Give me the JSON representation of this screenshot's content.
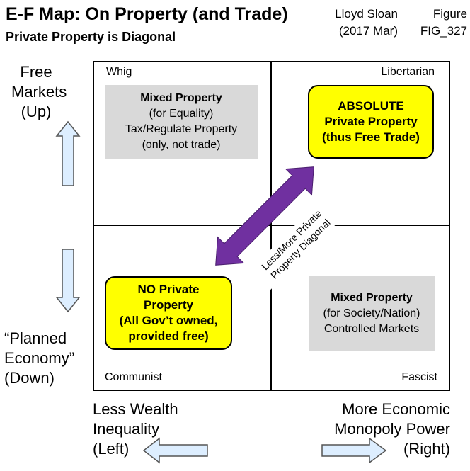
{
  "header": {
    "title": "E-F Map: On Property (and Trade)",
    "subtitle": "Private Property is Diagonal",
    "author_line1": "Lloyd Sloan",
    "author_line2": "(2017 Mar)",
    "figure_line1": "Figure",
    "figure_line2": "FIG_327"
  },
  "axes": {
    "up_line1": "Free",
    "up_line2": "Markets",
    "up_line3": "(Up)",
    "down_line1": "“Planned",
    "down_line2": "Economy”",
    "down_line3": "(Down)",
    "left_line1": "Less Wealth",
    "left_line2": "Inequality",
    "left_line3": "(Left)",
    "right_line1": "More Economic",
    "right_line2": "Monopoly Power",
    "right_line3": "(Right)"
  },
  "quadrants": {
    "top_left": "Whig",
    "top_right": "Libertarian",
    "bottom_left": "Communist",
    "bottom_right": "Fascist"
  },
  "boxes": {
    "whig": {
      "heading": "Mixed Property",
      "line2": "(for Equality)",
      "line3": "Tax/Regulate Property",
      "line4": "(only, not trade)"
    },
    "libertarian": {
      "line1": "ABSOLUTE",
      "line2": "Private Property",
      "line3": "(thus Free Trade)"
    },
    "communist": {
      "line1": "NO Private",
      "line2": "Property",
      "line3": "(All Gov’t owned,",
      "line4": "provided free)"
    },
    "fascist": {
      "heading": "Mixed Property",
      "line2": "(for Society/Nation)",
      "line3": "Controlled Markets"
    }
  },
  "diagonal": {
    "line1": "Less/More Private",
    "line2": "Property Diagonal"
  },
  "colors": {
    "highlight": "#ffff00",
    "neutral_box": "#d9d9d9",
    "diagonal_arrow": "#7030a0",
    "direction_arrows": "#ddeeff"
  },
  "icons": {
    "up": "arrow-up-icon",
    "down": "arrow-down-icon",
    "left": "arrow-left-icon",
    "right": "arrow-right-icon",
    "diagonal": "double-arrow-icon"
  }
}
